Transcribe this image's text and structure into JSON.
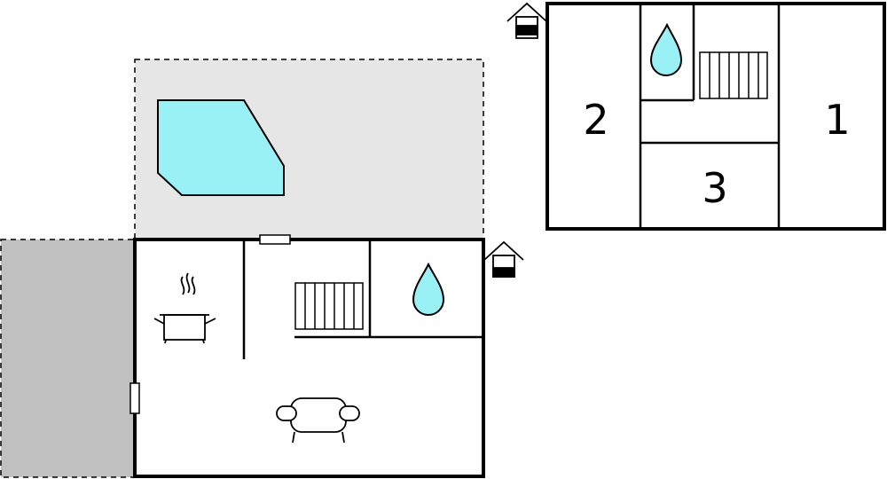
{
  "upper_floor": {
    "rooms": [
      {
        "label": "2"
      },
      {
        "label": "1"
      },
      {
        "label": "3"
      }
    ]
  },
  "colors": {
    "pool": "#99f0f5",
    "water_drop": "#99f0f5",
    "terrace": "#e6e6e6",
    "carport": "#c0c0c0",
    "wall": "#000000",
    "background": "#ffffff"
  },
  "icons": [
    "entrance-icon",
    "entrance-icon",
    "water-drop-icon",
    "water-drop-icon",
    "stairs-icon",
    "stairs-icon",
    "cooking-pot-icon",
    "sofa-icon",
    "window-icon",
    "door-icon"
  ]
}
